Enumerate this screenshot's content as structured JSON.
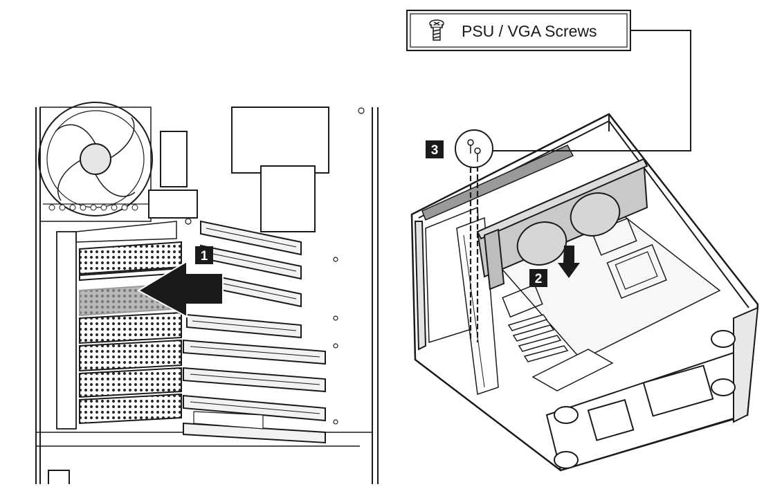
{
  "callout": {
    "label": "PSU / VGA Screws",
    "icon": "screw-icon"
  },
  "steps": [
    {
      "number": "1"
    },
    {
      "number": "2"
    },
    {
      "number": "3"
    }
  ],
  "colors": {
    "line": "#1a1a1a",
    "card_gray": "#c9c9c9",
    "slot_fill": "#f2f2f2",
    "badge": "#1a1a1a",
    "highlight": "#b8b8b8"
  }
}
